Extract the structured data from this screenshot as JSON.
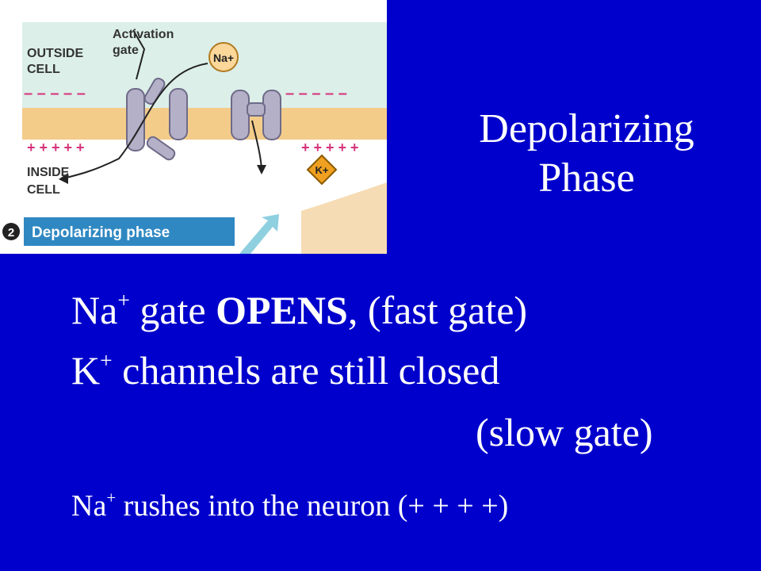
{
  "figure": {
    "outside_label_line1": "OUTSIDE",
    "outside_label_line2": "CELL",
    "activation_label_line1": "Activation",
    "activation_label_line2": "gate",
    "inside_label_line1": "INSIDE",
    "inside_label_line2": "CELL",
    "na_ion": "Na+",
    "k_ion": "K+",
    "outside_charges": "– – – – –",
    "inside_charges": "+ + + + +",
    "step_number": "2",
    "step_label": "Depolarizing phase",
    "colors": {
      "membrane": "#f3cc8a",
      "outside_bg": "#dcefe9",
      "inside_bg": "#ffffff",
      "channel": "#b4b0c8",
      "banner": "#2f88c2",
      "charges": "#d6337a",
      "na_ion_fill": "#fbd79a",
      "k_ion_fill": "#f0a020"
    }
  },
  "title": {
    "line1": "Depolarizing",
    "line2": "Phase"
  },
  "body": {
    "line1": {
      "ion": "Na",
      "charge": "+",
      "text_a": " gate ",
      "emphasis": "OPENS",
      "text_b": ", (fast gate)"
    },
    "line2": {
      "ion": "K",
      "charge": "+",
      "text": " channels are still closed"
    },
    "line3": {
      "text": "(slow gate)"
    },
    "line4": {
      "ion": "Na",
      "charge": "+",
      "text": " rushes into the neuron (+ + + +)"
    }
  }
}
